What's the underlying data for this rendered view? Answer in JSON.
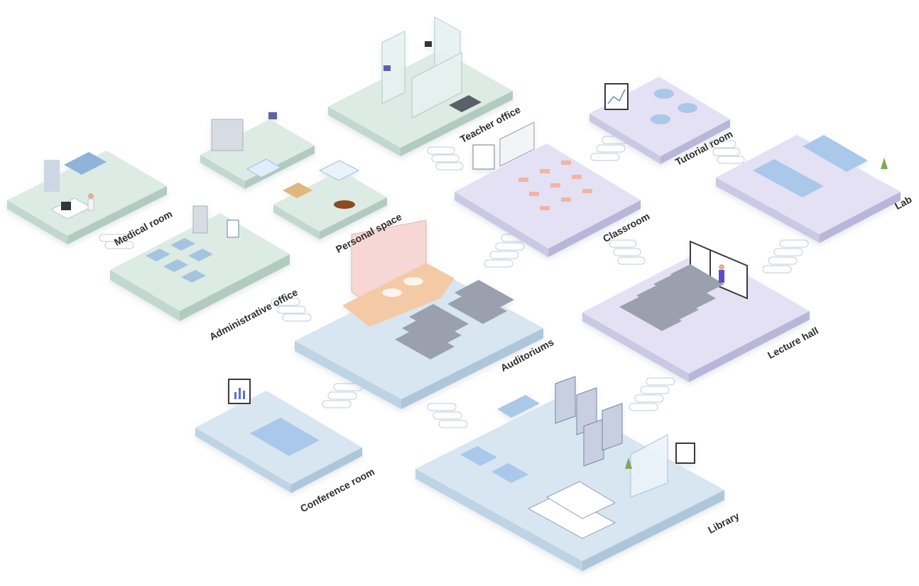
{
  "rooms": {
    "medical": {
      "label": "Medical room",
      "tone": "green"
    },
    "admin": {
      "label": "Administrative office",
      "tone": "green"
    },
    "personal": {
      "label": "Personal space",
      "tone": "green"
    },
    "teacher": {
      "label": "Teacher office",
      "tone": "green"
    },
    "classroom": {
      "label": "Classroom",
      "tone": "lavender"
    },
    "tutorial": {
      "label": "Tutorial room",
      "tone": "lavender"
    },
    "lab": {
      "label": "Lab",
      "tone": "lavender"
    },
    "lecture": {
      "label": "Lecture hall",
      "tone": "lavender"
    },
    "auditorium": {
      "label": "Auditoriums",
      "tone": "blue"
    },
    "conference": {
      "label": "Conference room",
      "tone": "blue"
    },
    "library": {
      "label": "Library",
      "tone": "blue"
    }
  },
  "colors": {
    "green_top": "#dcebe4",
    "green_side": "#c2d8ce",
    "lavender_top": "#e3e1f3",
    "lavender_side": "#cbc8e4",
    "blue_top": "#d7e6f1",
    "blue_side": "#bed3e4",
    "furniture": "#8fb3d9",
    "chair": "#9aa0ad",
    "stage": "#f4c9a6",
    "screen": "#f6d7d3",
    "accent_purple": "#6a5acd",
    "label": "#2e2e2e"
  }
}
